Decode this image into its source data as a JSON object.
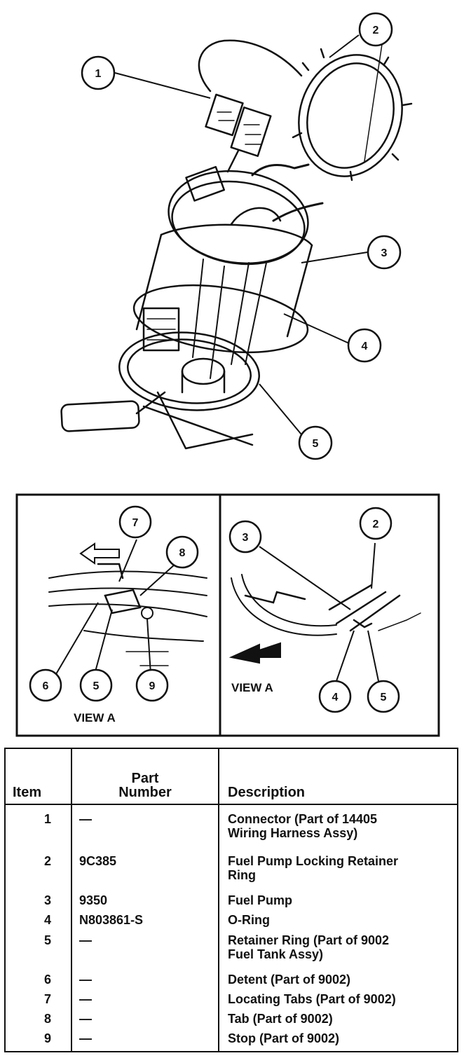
{
  "exploded_view": {
    "callouts": [
      "1",
      "2",
      "3",
      "4",
      "5"
    ]
  },
  "detail_left": {
    "callouts": [
      "7",
      "8",
      "6",
      "5",
      "9"
    ],
    "label": "VIEW A"
  },
  "detail_right": {
    "callouts": [
      "3",
      "2",
      "4",
      "5"
    ],
    "label": "VIEW A"
  },
  "parts_table": {
    "headers": {
      "item": "Item",
      "part_line1": "Part",
      "part_line2": "Number",
      "description": "Description"
    },
    "rows": [
      {
        "item": "1",
        "part": "—",
        "desc_line1": "Connector (Part of 14405",
        "desc_line2": "Wiring Harness Assy)"
      },
      {
        "item": "2",
        "part": "9C385",
        "desc_line1": "Fuel Pump Locking Retainer",
        "desc_line2": "Ring"
      },
      {
        "item": "3",
        "part": "9350",
        "desc_line1": "Fuel Pump",
        "desc_line2": ""
      },
      {
        "item": "4",
        "part": "N803861-S",
        "desc_line1": "O-Ring",
        "desc_line2": ""
      },
      {
        "item": "5",
        "part": "—",
        "desc_line1": "Retainer Ring (Part of 9002",
        "desc_line2": "Fuel Tank Assy)"
      },
      {
        "item": "6",
        "part": "—",
        "desc_line1": "Detent (Part of 9002)",
        "desc_line2": ""
      },
      {
        "item": "7",
        "part": "—",
        "desc_line1": "Locating Tabs (Part of 9002)",
        "desc_line2": ""
      },
      {
        "item": "8",
        "part": "—",
        "desc_line1": "Tab (Part of 9002)",
        "desc_line2": ""
      },
      {
        "item": "9",
        "part": "—",
        "desc_line1": "Stop (Part of 9002)",
        "desc_line2": ""
      }
    ]
  }
}
